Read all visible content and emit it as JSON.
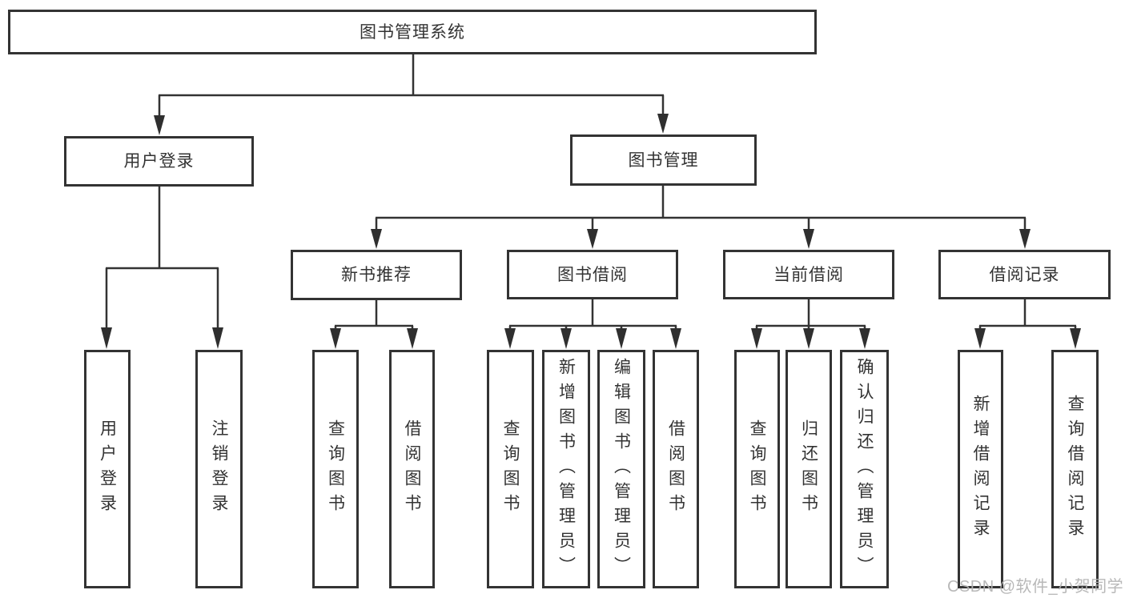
{
  "diagram_title": "图书管理系统",
  "colors": {
    "line": "#333333",
    "text": "#333333",
    "background": "#ffffff",
    "watermark": "#b3b3b3"
  },
  "root": {
    "label": "图书管理系统"
  },
  "level2": [
    {
      "label": "用户登录"
    },
    {
      "label": "图书管理"
    }
  ],
  "level3": [
    {
      "label": "新书推荐"
    },
    {
      "label": "图书借阅"
    },
    {
      "label": "当前借阅"
    },
    {
      "label": "借阅记录"
    }
  ],
  "leaves": {
    "user_login": [
      "用户登录",
      "注销登录"
    ],
    "new_book": [
      "查询图书",
      "借阅图书"
    ],
    "book_borrow": [
      "查询图书",
      "新增图书（管理员）",
      "编辑图书（管理员）",
      "借阅图书"
    ],
    "current_borrow": [
      "查询图书",
      "归还图书",
      "确认归还（管理员）"
    ],
    "borrow_records": [
      "新增借阅记录",
      "查询借阅记录"
    ]
  },
  "watermark": {
    "label": "CSDN @软件_小贺同学"
  }
}
